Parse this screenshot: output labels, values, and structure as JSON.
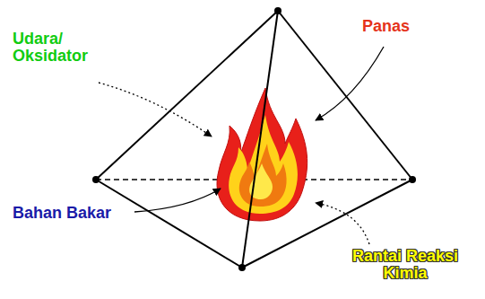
{
  "diagram": {
    "labels": [
      "Udara/ Oksidator",
      "Panas",
      "Bahan Bakar",
      "Rantai Reaksi Kimia"
    ]
  }
}
